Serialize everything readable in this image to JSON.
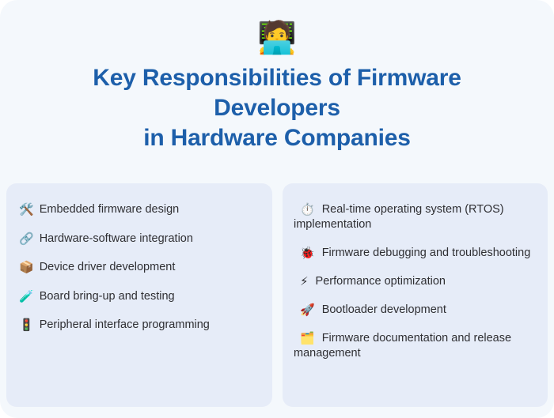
{
  "header": {
    "emoji": "🧑‍💻",
    "emoji_name": "technologist-emoji",
    "title_lines": [
      "Key Responsibilities of Firmware",
      "Developers",
      "in Hardware Companies"
    ],
    "title_color": "#1d5faa"
  },
  "colors": {
    "page_background": "#f4f8fc",
    "card_background": "#e6ecf8",
    "title": "#1d5faa",
    "body_text": "#2f2f33"
  },
  "cards": [
    {
      "id": "left-card",
      "items": [
        {
          "icon": "🛠️",
          "icon_name": "hammer-and-wrench-icon",
          "text": "Embedded firmware design"
        },
        {
          "icon": "🔗",
          "icon_name": "link-icon",
          "text": "Hardware-software integration"
        },
        {
          "icon": "📦",
          "icon_name": "package-icon",
          "text": "Device driver development"
        },
        {
          "icon": "🧪",
          "icon_name": "test-tube-icon",
          "text": "Board bring-up and testing"
        },
        {
          "icon": "🚦",
          "icon_name": "vertical-traffic-light-icon",
          "text": "Peripheral interface programming"
        }
      ]
    },
    {
      "id": "right-card",
      "items": [
        {
          "icon": "⏱️",
          "icon_name": "stopwatch-icon",
          "text": "Real-time operating system (RTOS) implementation"
        },
        {
          "icon": "🐞",
          "icon_name": "lady-beetle-icon",
          "text": "Firmware debugging and troubleshooting"
        },
        {
          "icon": "⚡",
          "icon_name": "high-voltage-icon",
          "text": "Performance optimization"
        },
        {
          "icon": "🚀",
          "icon_name": "rocket-icon",
          "text": "Bootloader development"
        },
        {
          "icon": "🗂️",
          "icon_name": "card-index-dividers-icon",
          "text": "Firmware documentation and release management"
        }
      ]
    }
  ]
}
